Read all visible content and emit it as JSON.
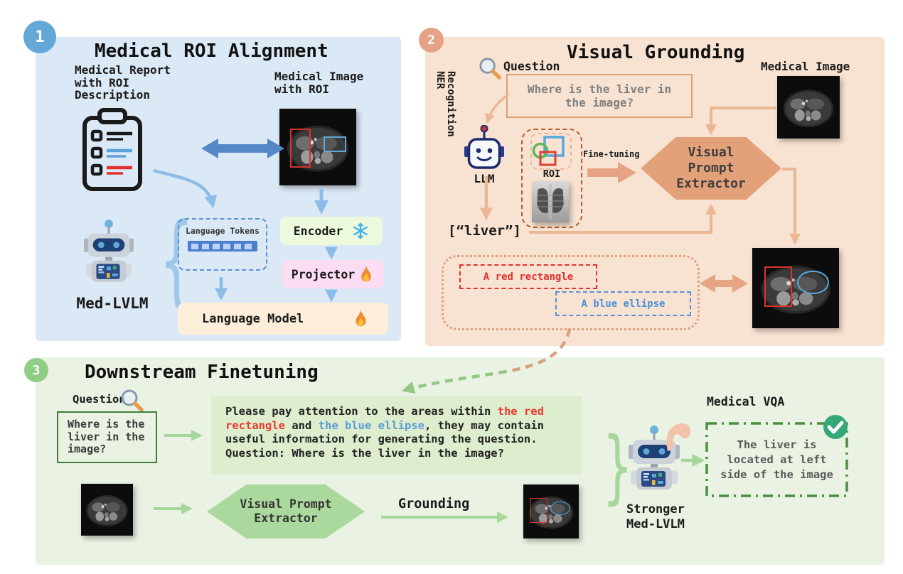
{
  "panel1": {
    "badge": "1",
    "title": "Medical ROI Alignment",
    "report_label": "Medical Report\nwith ROI\nDescription",
    "image_label": "Medical Image\nwith ROI",
    "robot_label": "Med-LVLM",
    "tokens_label": "Language Tokens",
    "encoder_label": "Encoder",
    "projector_label": "Projector",
    "language_model_label": "Language Model"
  },
  "panel2": {
    "badge": "2",
    "title": "Visual Grounding",
    "question_label": "Question",
    "question_text": "Where is the liver in\nthe image?",
    "ner_label": "NER\nRecognition",
    "llm_label": "LLM",
    "roi_label": "ROI",
    "finetuning_label": "Fine-tuning",
    "extractor_label": "Visual\nPrompt\nExtractor",
    "medical_image_label": "Medical Image",
    "ner_output": "[“liver”]",
    "red_prompt": "A red rectangle",
    "blue_prompt": "A blue ellipse"
  },
  "panel3": {
    "badge": "3",
    "title": "Downstream Finetuning",
    "question_label": "Question",
    "question_text": "Where is the\nliver in the\nimage?",
    "prompt_segments": [
      {
        "text": "Please pay attention to the areas within ",
        "style": "plain"
      },
      {
        "text": "the red rectangle",
        "style": "red"
      },
      {
        "text": " and ",
        "style": "plain"
      },
      {
        "text": "the blue ellipse",
        "style": "blue"
      },
      {
        "text": ", they may contain useful information for generating the question. Question: Where is the liver in the image?",
        "style": "plain"
      }
    ],
    "extractor_label": "Visual Prompt\nExtractor",
    "grounding_label": "Grounding",
    "robot_label": "Stronger\nMed-LVLM",
    "vqa_label": "Medical VQA",
    "answer_text": "The liver is\nlocated at left\nside of the image"
  },
  "colors": {
    "panel1_bg": "#dbe8f6",
    "panel2_bg": "#f8e3d2",
    "panel3_bg": "#e9f2e3",
    "badge1": "#64a8d8",
    "badge2": "#e5a285",
    "badge3": "#8fcc84",
    "blue_arrow": "#8bbde8",
    "blue_strong": "#5688c7",
    "orange_arrow": "#eab795",
    "orange_strong": "#e5a585",
    "hex_orange": "#e2a179",
    "green_arrow": "#a5d79a",
    "hex_green": "#abd89c",
    "roi_red": "#e23030",
    "roi_blue": "#4a90d9",
    "encoder_bg": "#ecf9dc",
    "projector_bg": "#fbdcf2",
    "language_model_bg": "#fdeeda",
    "vqa_border": "#4a8f3f",
    "check_green": "#35a877"
  }
}
